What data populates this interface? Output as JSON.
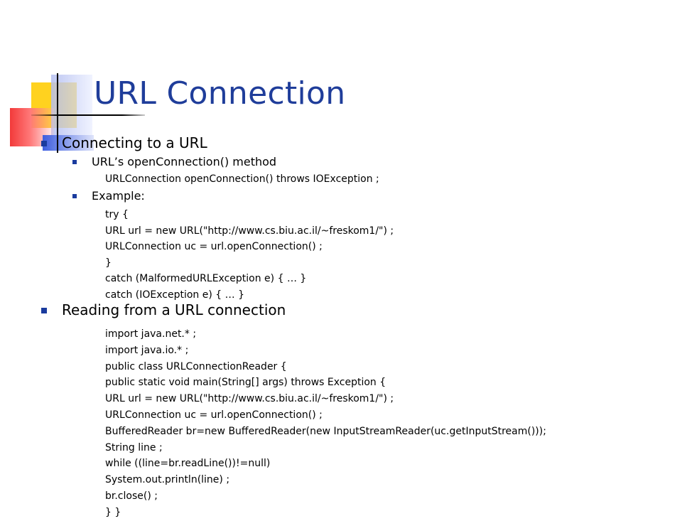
{
  "title": "URL Connection",
  "section1": {
    "heading": "Connecting to a URL",
    "sub1": "URL’s openConnection() method",
    "sub1_code": "URLConnection openConnection() throws IOException ;",
    "sub2": "Example:",
    "example_code": [
      "try {",
      "  URL url = new URL(\"http://www.cs.biu.ac.il/~freskom1/\") ;",
      "  URLConnection uc = url.openConnection() ;",
      "}",
      "catch (MalformedURLException e) { … }",
      "catch (IOException e) { … }"
    ]
  },
  "section2": {
    "heading": "Reading from a URL connection",
    "code": [
      "import java.net.* ;",
      "import java.io.* ;",
      "public class URLConnectionReader {",
      "  public static void main(String[] args) throws Exception {",
      "    URL url = new URL(\"http://www.cs.biu.ac.il/~freskom1/\") ;",
      "    URLConnection uc = url.openConnection() ;",
      "    BufferedReader br=new BufferedReader(new InputStreamReader(uc.getInputStream()));",
      "    String line ;",
      "    while ((line=br.readLine())!=null)",
      "      System.out.println(line) ;",
      "    br.close() ;",
      "  } }"
    ]
  },
  "colors": {
    "title": "#1f3d9a",
    "bullet": "#1a3b9e"
  }
}
